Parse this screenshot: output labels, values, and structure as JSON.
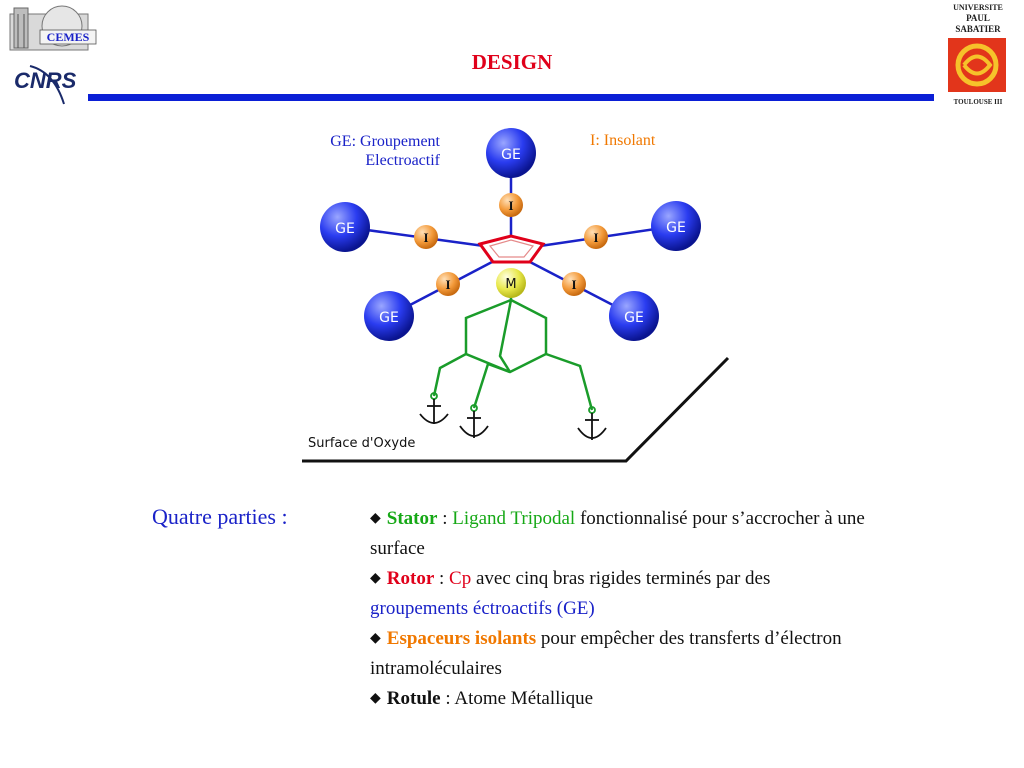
{
  "title": "DESIGN",
  "logos": {
    "left_top": "CEMES",
    "left_bottom": "CNRS",
    "right_lines": [
      "UNIVERSITE",
      "PAUL",
      "SABATIER"
    ],
    "right_bottom": "TOULOUSE III"
  },
  "diagram": {
    "legend_ge": "GE: Groupement Electroactif",
    "legend_i": "I: Insolant",
    "ge_label": "GE",
    "i_label": "I",
    "m_label": "M",
    "surface_label": "Surface d'Oxyde",
    "colors": {
      "ge": "#2a3cf0",
      "insulator": "#f39a3a",
      "metal": "#e8e84a",
      "rotor_ring": "#e0001a",
      "stator": "#1a9c2a",
      "arms": "#1a22c8"
    }
  },
  "body": {
    "heading": "Quatre parties :",
    "bullets": [
      {
        "name": "Stator",
        "sep": " : ",
        "highlight": "Ligand Tripodal",
        "rest": " fonctionnalisé pour s’accrocher à une surface"
      },
      {
        "name": "Rotor",
        "sep": " : ",
        "highlight": "Cp",
        "rest": " avec cinq bras rigides terminés par des ",
        "highlight2": "groupements éctroactifs (GE)"
      },
      {
        "name": "Espaceurs isolants",
        "rest": " pour empêcher des transferts d’électron intramoléculaires"
      },
      {
        "name": "Rotule",
        "sep": " : ",
        "rest": "Atome Métallique"
      }
    ]
  }
}
